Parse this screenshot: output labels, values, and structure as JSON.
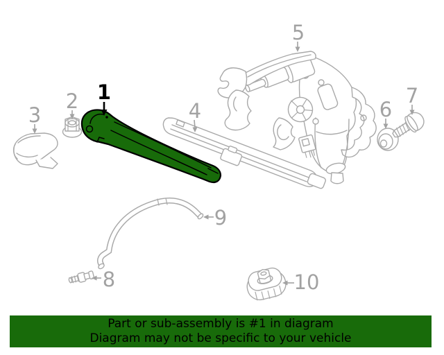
{
  "diagram": {
    "colors": {
      "highlight": "#186B0A",
      "line_art": "#A9A9A9",
      "label": "#A2A2A2",
      "label_highlight": "#000000",
      "background": "#FFFFFF"
    },
    "callouts": [
      {
        "number": "1",
        "highlighted": true
      },
      {
        "number": "2",
        "highlighted": false
      },
      {
        "number": "3",
        "highlighted": false
      },
      {
        "number": "4",
        "highlighted": false
      },
      {
        "number": "5",
        "highlighted": false
      },
      {
        "number": "6",
        "highlighted": false
      },
      {
        "number": "7",
        "highlighted": false
      },
      {
        "number": "8",
        "highlighted": false
      },
      {
        "number": "9",
        "highlighted": false
      },
      {
        "number": "10",
        "highlighted": false
      }
    ]
  },
  "banner": {
    "background": "#186B0A",
    "text_color": "#000000",
    "line1": "Part or sub-assembly is #1 in diagram",
    "line2": "Diagram may not be specific to your vehicle"
  }
}
